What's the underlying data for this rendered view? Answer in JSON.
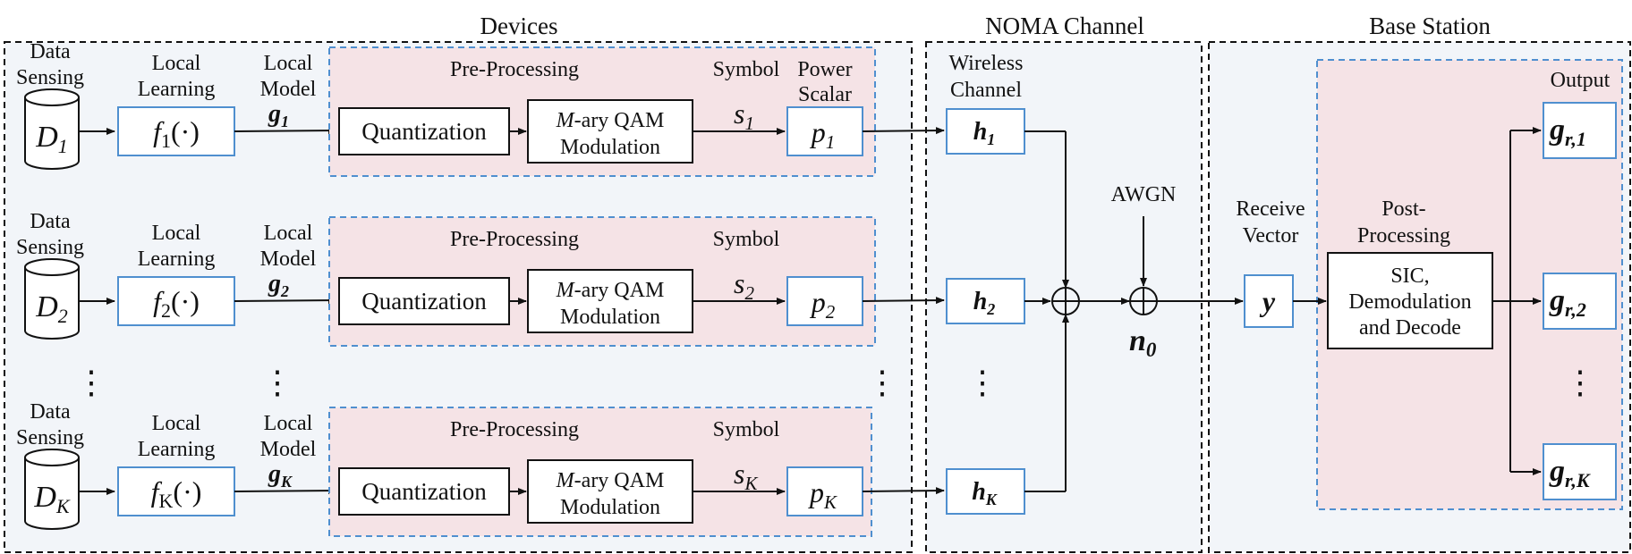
{
  "sections": {
    "devices": "Devices",
    "noma": "NOMA Channel",
    "base_station": "Base Station"
  },
  "devices": [
    {
      "data_sensing": [
        "Data",
        "Sensing"
      ],
      "data_symbol": "D",
      "data_sub": "1",
      "local_learning": [
        "Local",
        "Learning"
      ],
      "func": "f",
      "func_sub": "1",
      "func_arg": "(·)",
      "local_model": [
        "Local",
        "Model"
      ],
      "model_symbol": "g",
      "model_sub": "1",
      "preprocessing": "Pre-Processing",
      "quantization": "Quantization",
      "modulation": [
        "M-ary QAM",
        "Modulation"
      ],
      "symbol_label": "Symbol",
      "symbol": "s",
      "symbol_sub": "1",
      "power_label": [
        "Power",
        "Scalar"
      ],
      "power": "p",
      "power_sub": "1",
      "channel": "h",
      "channel_sub": "1"
    },
    {
      "data_sensing": [
        "Data",
        "Sensing"
      ],
      "data_symbol": "D",
      "data_sub": "2",
      "local_learning": [
        "Local",
        "Learning"
      ],
      "func": "f",
      "func_sub": "2",
      "func_arg": "(·)",
      "local_model": [
        "Local",
        "Model"
      ],
      "model_symbol": "g",
      "model_sub": "2",
      "preprocessing": "Pre-Processing",
      "quantization": "Quantization",
      "modulation": [
        "M-ary QAM",
        "Modulation"
      ],
      "symbol_label": "Symbol",
      "symbol": "s",
      "symbol_sub": "2",
      "power_label": [],
      "power": "p",
      "power_sub": "2",
      "channel": "h",
      "channel_sub": "2"
    },
    {
      "data_sensing": [
        "Data",
        "Sensing"
      ],
      "data_symbol": "D",
      "data_sub": "K",
      "local_learning": [
        "Local",
        "Learning"
      ],
      "func": "f",
      "func_sub": "K",
      "func_arg": "(·)",
      "local_model": [
        "Local",
        "Model"
      ],
      "model_symbol": "g",
      "model_sub": "K",
      "preprocessing": "Pre-Processing",
      "quantization": "Quantization",
      "modulation": [
        "M-ary QAM",
        "Modulation"
      ],
      "symbol_label": "Symbol",
      "symbol": "s",
      "symbol_sub": "K",
      "power_label": [],
      "power": "p",
      "power_sub": "K",
      "channel": "h",
      "channel_sub": "K"
    }
  ],
  "wireless_channel": [
    "Wireless",
    "Channel"
  ],
  "ellipsis": "⋮",
  "awgn": "AWGN",
  "noise": "n",
  "noise_sub": "0",
  "receive_vector": [
    "Receive",
    "Vector"
  ],
  "receive_symbol": "y",
  "post_processing": [
    "Post-",
    "Processing"
  ],
  "sic_box": [
    "SIC,",
    "Demodulation",
    "and Decode"
  ],
  "output_label": "Output",
  "outputs": [
    {
      "symbol": "g",
      "sub": "r,1"
    },
    {
      "symbol": "g",
      "sub": "r,2"
    },
    {
      "symbol": "g",
      "sub": "r,K"
    }
  ],
  "colors": {
    "panel_fill": "#f2f5f9",
    "pink_fill": "#f5e3e6",
    "blue_border": "#4f8fcf",
    "black": "#111111"
  }
}
